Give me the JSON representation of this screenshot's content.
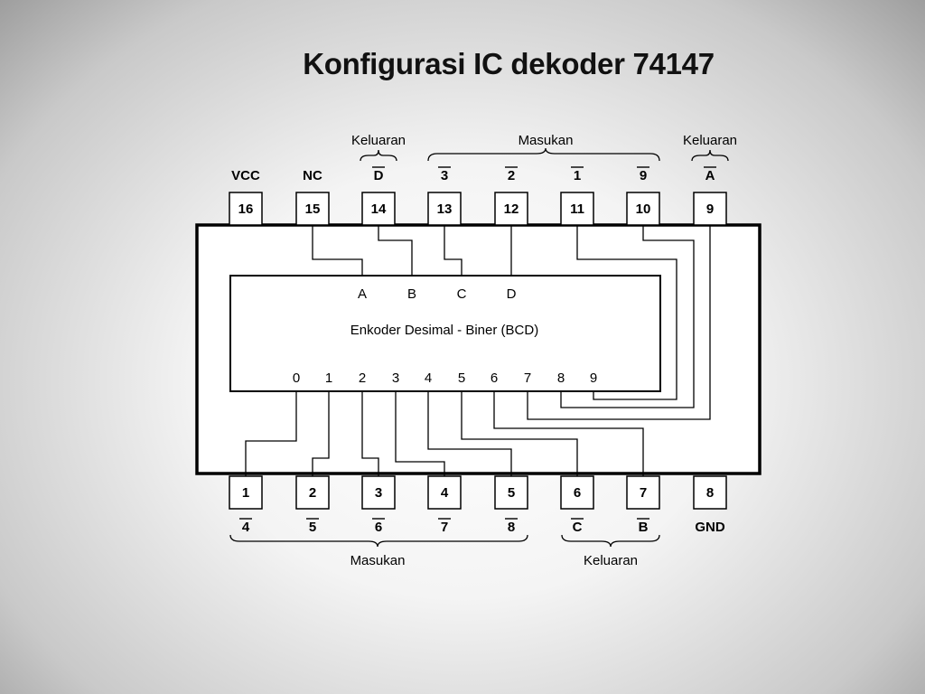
{
  "title": "Konfigurasi IC dekoder 74147",
  "top_pins": [
    {
      "number": "16",
      "label": "VCC",
      "bar": false
    },
    {
      "number": "15",
      "label": "NC",
      "bar": false
    },
    {
      "number": "14",
      "label": "D",
      "bar": true
    },
    {
      "number": "13",
      "label": "3",
      "bar": true
    },
    {
      "number": "12",
      "label": "2",
      "bar": true
    },
    {
      "number": "11",
      "label": "1",
      "bar": true
    },
    {
      "number": "10",
      "label": "9",
      "bar": true
    },
    {
      "number": "9",
      "label": "A",
      "bar": true
    }
  ],
  "bottom_pins": [
    {
      "number": "1",
      "label": "4",
      "bar": true
    },
    {
      "number": "2",
      "label": "5",
      "bar": true
    },
    {
      "number": "3",
      "label": "6",
      "bar": true
    },
    {
      "number": "4",
      "label": "7",
      "bar": true
    },
    {
      "number": "5",
      "label": "8",
      "bar": true
    },
    {
      "number": "6",
      "label": "C",
      "bar": true
    },
    {
      "number": "7",
      "label": "B",
      "bar": true
    },
    {
      "number": "8",
      "label": "GND",
      "bar": false
    }
  ],
  "groups": {
    "top_left_output": "Keluaran",
    "top_input": "Masukan",
    "top_right_output": "Keluaran",
    "bottom_input": "Masukan",
    "bottom_output": "Keluaran"
  },
  "encoder": {
    "name": "Enkoder Desimal - Biner (BCD)",
    "outputs": [
      "A",
      "B",
      "C",
      "D"
    ],
    "inputs": [
      "0",
      "1",
      "2",
      "3",
      "4",
      "5",
      "6",
      "7",
      "8",
      "9"
    ]
  }
}
